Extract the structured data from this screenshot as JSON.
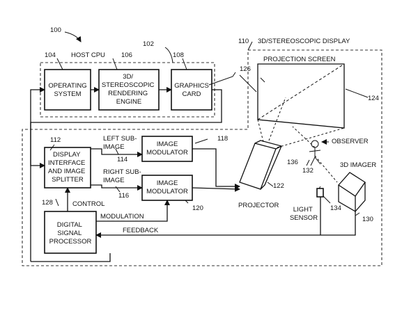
{
  "refs": {
    "r100": "100",
    "r102": "102",
    "r104": "104",
    "r106": "106",
    "r108": "108",
    "r110": "110",
    "r112": "112",
    "r114": "114",
    "r116": "116",
    "r118": "118",
    "r120": "120",
    "r122": "122",
    "r124": "124",
    "r126": "126",
    "r128": "128",
    "r130": "130",
    "r132": "132",
    "r134": "134",
    "r136": "136"
  },
  "labels": {
    "host_cpu": "HOST CPU",
    "display_title": "3D/STEREOSCOPIC DISPLAY",
    "projection_screen": "PROJECTION SCREEN",
    "observer": "OBSERVER",
    "imager": "3D IMAGER",
    "projector": "PROJECTOR",
    "light_sensor": [
      "LIGHT",
      "SENSOR"
    ],
    "left_sub_image": [
      "LEFT SUB-",
      "IMAGE"
    ],
    "right_sub_image": [
      "RIGHT SUB-",
      "IMAGE"
    ],
    "control": "CONTROL",
    "modulation": "MODULATION",
    "feedback": "FEEDBACK"
  },
  "boxes": {
    "os": [
      "OPERATING",
      "SYSTEM"
    ],
    "rendering": [
      "3D/",
      "STEREOSCOPIC",
      "RENDERING",
      "ENGINE"
    ],
    "graphics": [
      "GRAPHICS",
      "CARD"
    ],
    "splitter": [
      "DISPLAY",
      "INTERFACE",
      "AND IMAGE",
      "SPLITTER"
    ],
    "mod_left": [
      "IMAGE",
      "MODULATOR"
    ],
    "mod_right": [
      "IMAGE",
      "MODULATOR"
    ],
    "dsp": [
      "DIGITAL",
      "SIGNAL",
      "PROCESSOR"
    ]
  }
}
